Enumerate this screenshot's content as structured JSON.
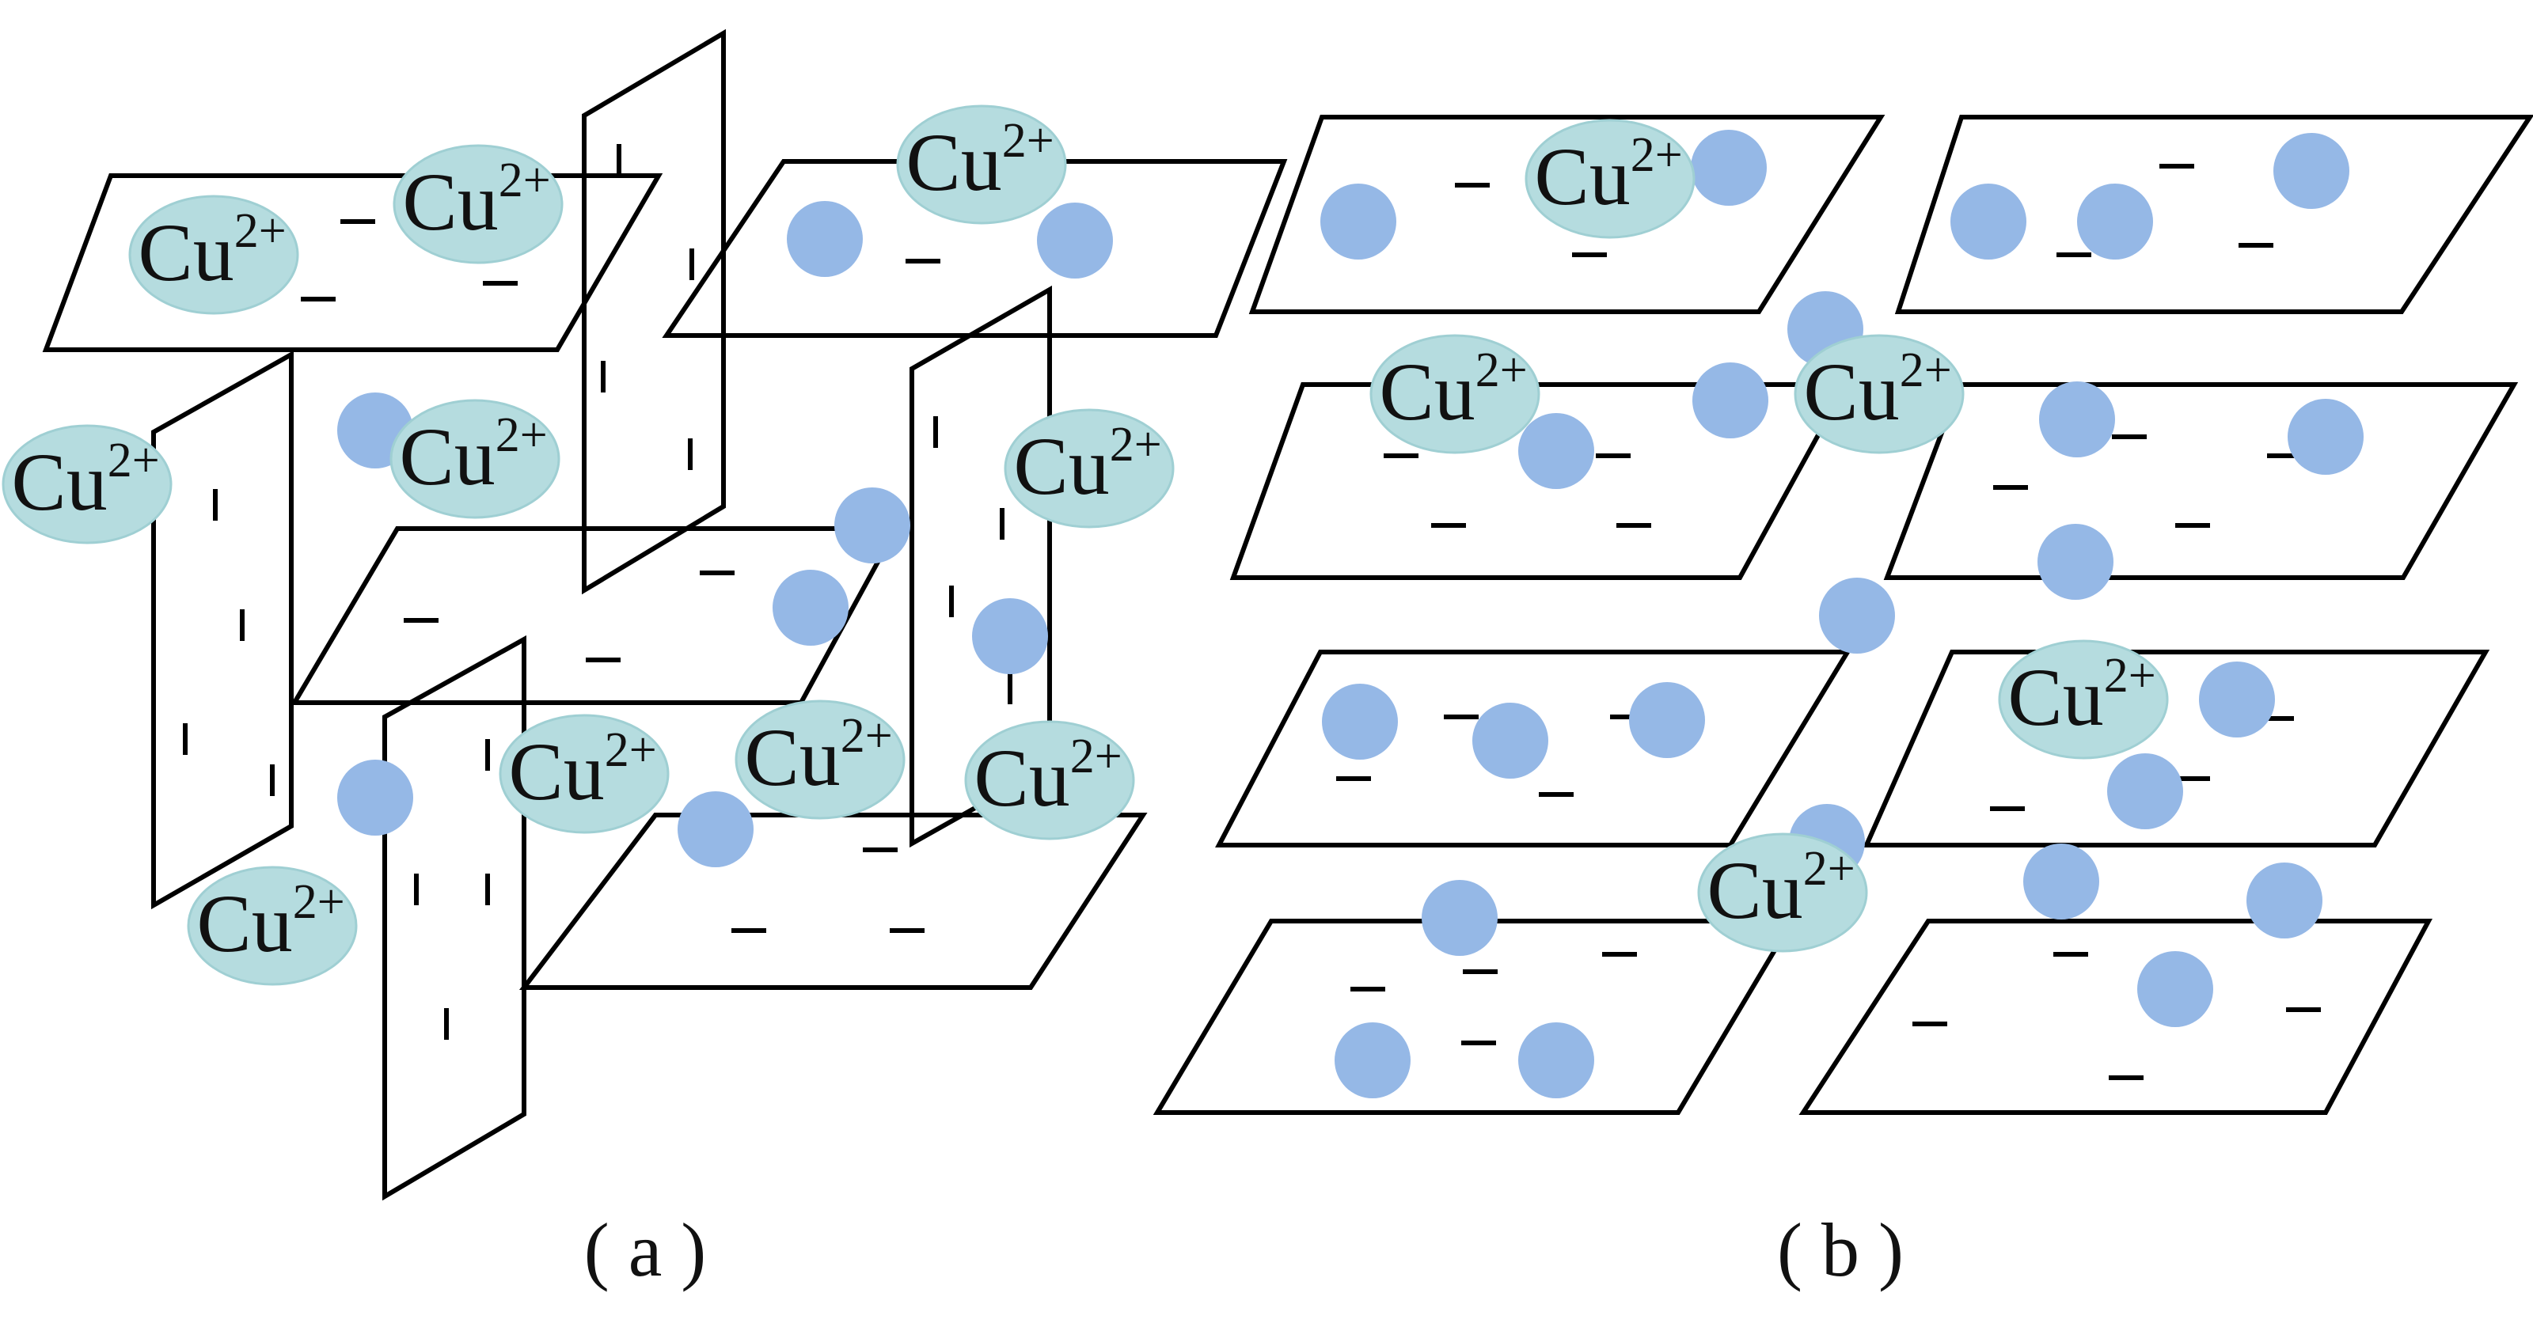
{
  "ion": {
    "symbol": "Cu",
    "charge": "2+"
  },
  "neg_charge_glyph": "–",
  "colors": {
    "ion_fill": "#b5dcdf",
    "ion_outline": "#9fcfd3",
    "dot_fill": "#95b8e6",
    "sheet_stroke": "#000000",
    "background": "#ffffff"
  },
  "panels": [
    {
      "caption": "( a )"
    },
    {
      "caption": "( b )"
    }
  ]
}
